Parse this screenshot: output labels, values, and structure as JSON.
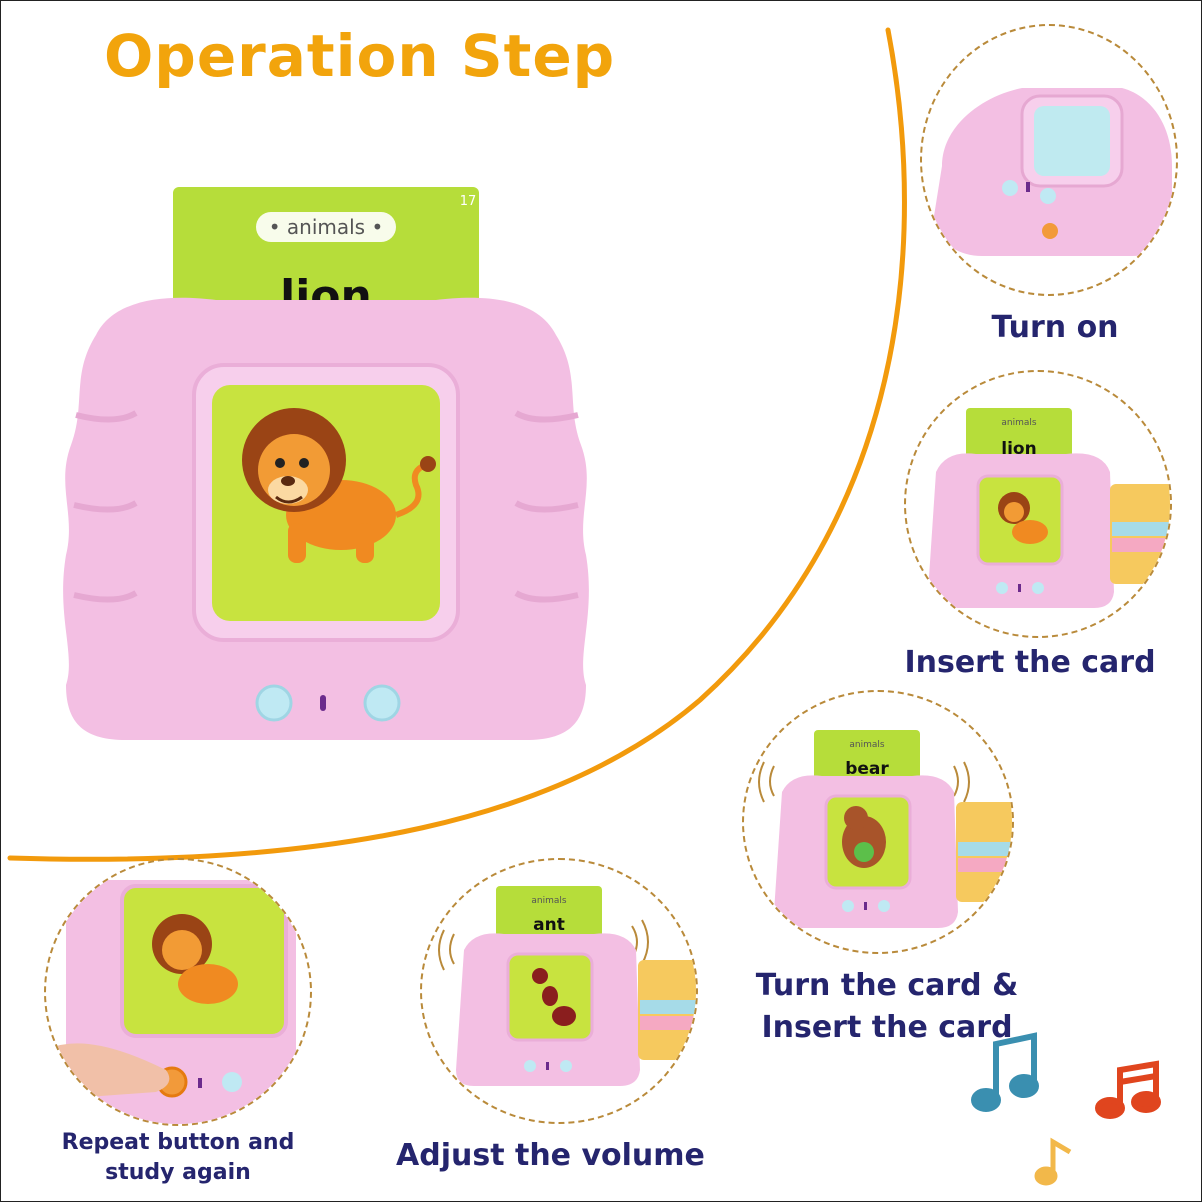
{
  "title": "Operation Step",
  "main_card": {
    "category": "animals",
    "word": "lion",
    "number": "17"
  },
  "steps": [
    {
      "caption": "Turn on"
    },
    {
      "caption": "Insert the card",
      "card_category": "animals",
      "card_word": "lion"
    },
    {
      "caption_line1": "Turn the card &",
      "caption_line2": "Insert the card",
      "card_category": "animals",
      "card_word": "bear"
    },
    {
      "caption": "Adjust the volume",
      "card_category": "animals",
      "card_word": "ant"
    },
    {
      "caption_line1": "Repeat button and",
      "caption_line2": "study again"
    }
  ],
  "colors": {
    "title": "#f2a40c",
    "arc": "#f29a0c",
    "caption": "#25256e",
    "device_pink": "#f3bfe3",
    "card_green": "#b6dd3a",
    "dashed_ring": "#b98a3a"
  }
}
